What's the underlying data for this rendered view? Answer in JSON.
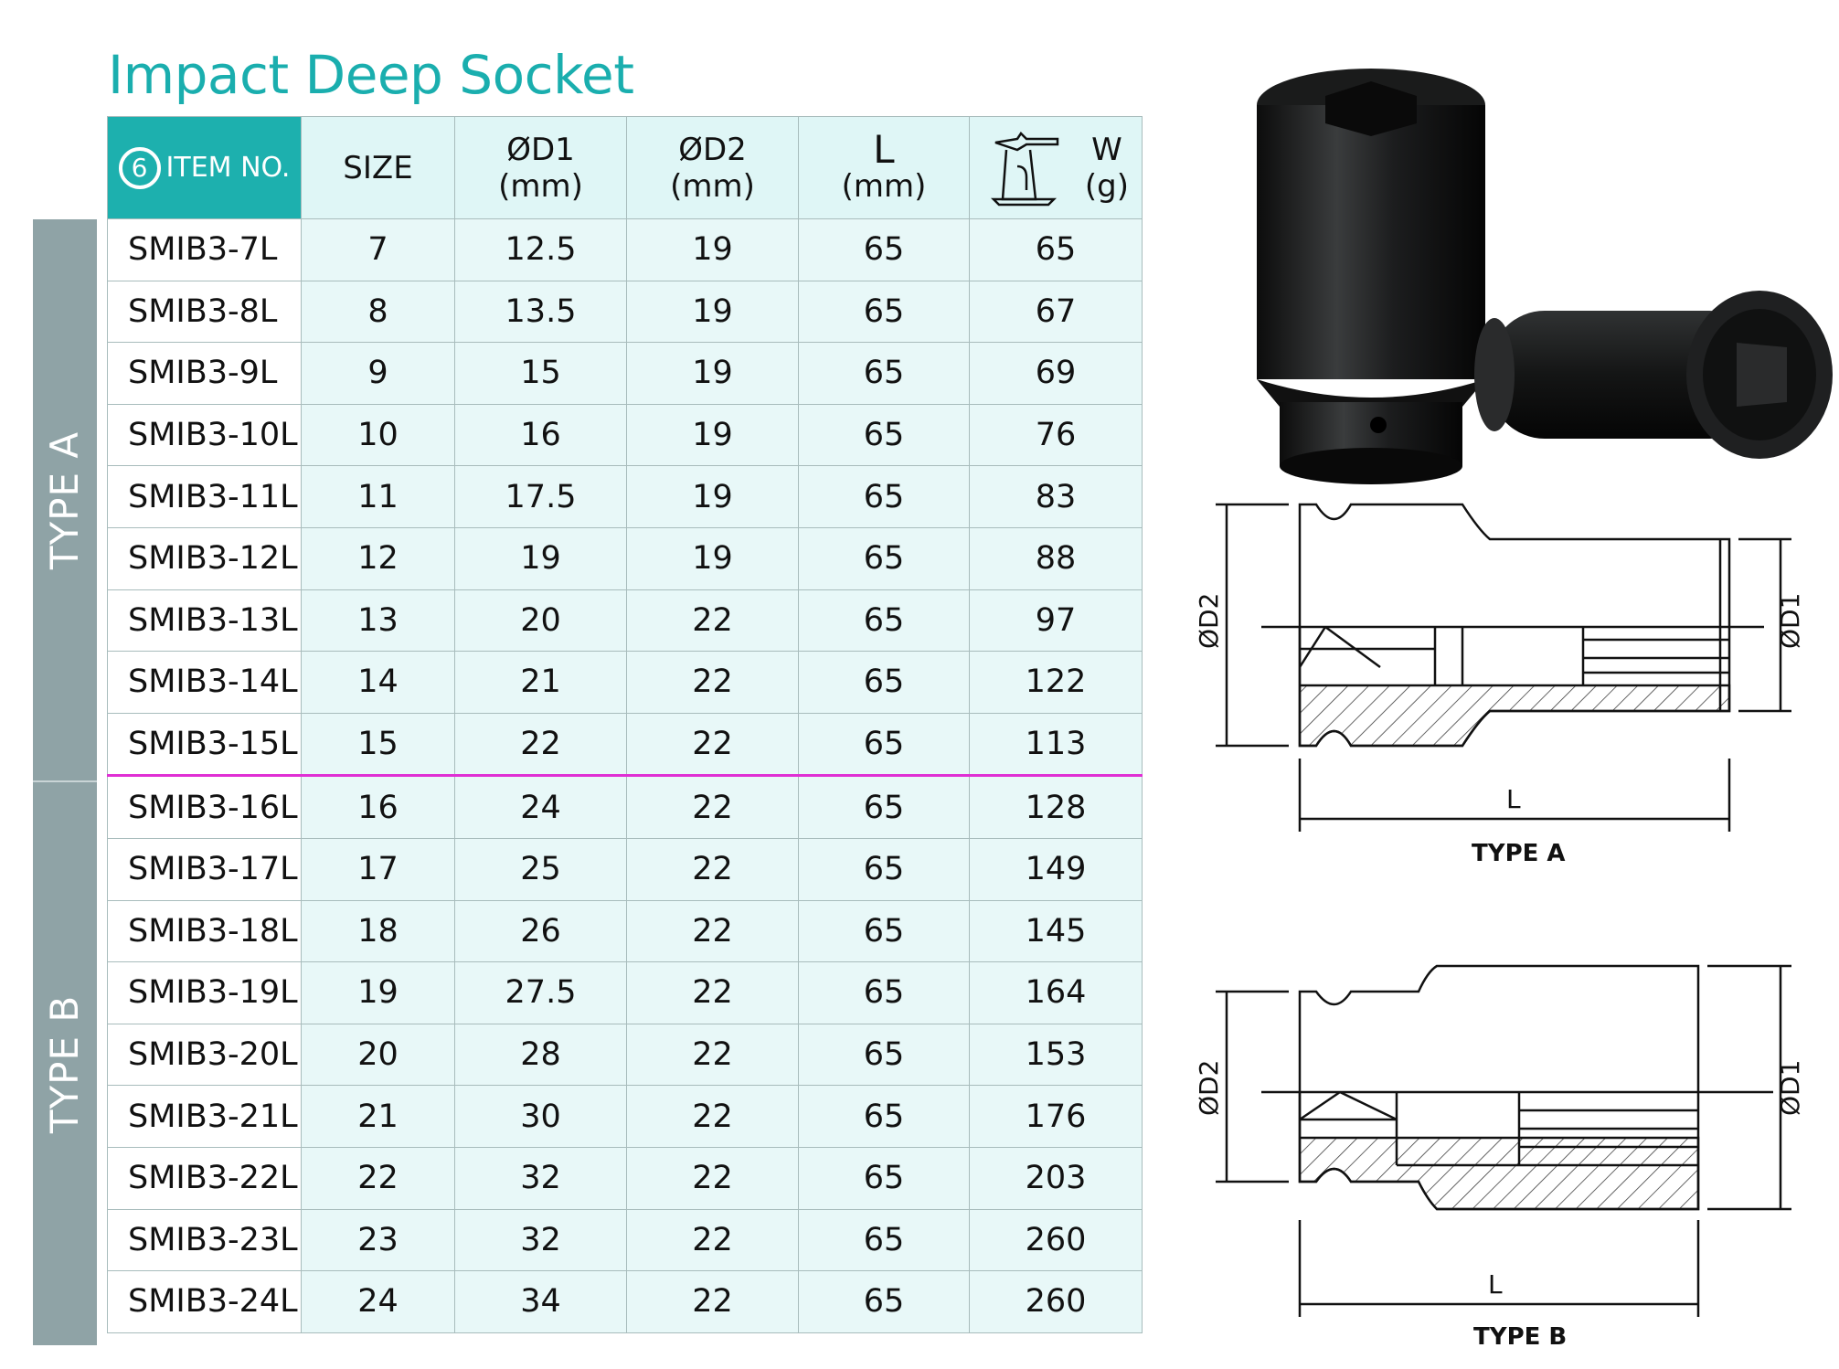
{
  "title": "Impact Deep Socket",
  "type_a_label": "TYPE A",
  "type_b_label": "TYPE B",
  "header": {
    "hex_number": "6",
    "item_no": "ITEM NO.",
    "size": "SIZE",
    "d1": "ØD1",
    "d1_unit": "(mm)",
    "d2": "ØD2",
    "d2_unit": "(mm)",
    "l": "L",
    "l_unit": "(mm)",
    "w": "W",
    "w_unit": "(g)"
  },
  "rows": [
    {
      "item": "SMIB3-7L",
      "size": "7",
      "d1": "12.5",
      "d2": "19",
      "l": "65",
      "w": "65"
    },
    {
      "item": "SMIB3-8L",
      "size": "8",
      "d1": "13.5",
      "d2": "19",
      "l": "65",
      "w": "67"
    },
    {
      "item": "SMIB3-9L",
      "size": "9",
      "d1": "15",
      "d2": "19",
      "l": "65",
      "w": "69"
    },
    {
      "item": "SMIB3-10L",
      "size": "10",
      "d1": "16",
      "d2": "19",
      "l": "65",
      "w": "76"
    },
    {
      "item": "SMIB3-11L",
      "size": "11",
      "d1": "17.5",
      "d2": "19",
      "l": "65",
      "w": "83"
    },
    {
      "item": "SMIB3-12L",
      "size": "12",
      "d1": "19",
      "d2": "19",
      "l": "65",
      "w": "88"
    },
    {
      "item": "SMIB3-13L",
      "size": "13",
      "d1": "20",
      "d2": "22",
      "l": "65",
      "w": "97"
    },
    {
      "item": "SMIB3-14L",
      "size": "14",
      "d1": "21",
      "d2": "22",
      "l": "65",
      "w": "122"
    },
    {
      "item": "SMIB3-15L",
      "size": "15",
      "d1": "22",
      "d2": "22",
      "l": "65",
      "w": "113"
    },
    {
      "item": "SMIB3-16L",
      "size": "16",
      "d1": "24",
      "d2": "22",
      "l": "65",
      "w": "128"
    },
    {
      "item": "SMIB3-17L",
      "size": "17",
      "d1": "25",
      "d2": "22",
      "l": "65",
      "w": "149"
    },
    {
      "item": "SMIB3-18L",
      "size": "18",
      "d1": "26",
      "d2": "22",
      "l": "65",
      "w": "145"
    },
    {
      "item": "SMIB3-19L",
      "size": "19",
      "d1": "27.5",
      "d2": "22",
      "l": "65",
      "w": "164"
    },
    {
      "item": "SMIB3-20L",
      "size": "20",
      "d1": "28",
      "d2": "22",
      "l": "65",
      "w": "153"
    },
    {
      "item": "SMIB3-21L",
      "size": "21",
      "d1": "30",
      "d2": "22",
      "l": "65",
      "w": "176"
    },
    {
      "item": "SMIB3-22L",
      "size": "22",
      "d1": "32",
      "d2": "22",
      "l": "65",
      "w": "203"
    },
    {
      "item": "SMIB3-23L",
      "size": "23",
      "d1": "32",
      "d2": "22",
      "l": "65",
      "w": "260"
    },
    {
      "item": "SMIB3-24L",
      "size": "24",
      "d1": "34",
      "d2": "22",
      "l": "65",
      "w": "260"
    }
  ],
  "drawing_a": {
    "d2": "ØD2",
    "d1": "ØD1",
    "l": "L",
    "caption": "TYPE A"
  },
  "drawing_b": {
    "d2": "ØD2",
    "d1": "ØD1",
    "l": "L",
    "caption": "TYPE B"
  },
  "colors": {
    "accent": "#1aaeae",
    "header_bg": "#dff6f6",
    "band": "#8fa3a6",
    "divider": "#e02fd4"
  }
}
